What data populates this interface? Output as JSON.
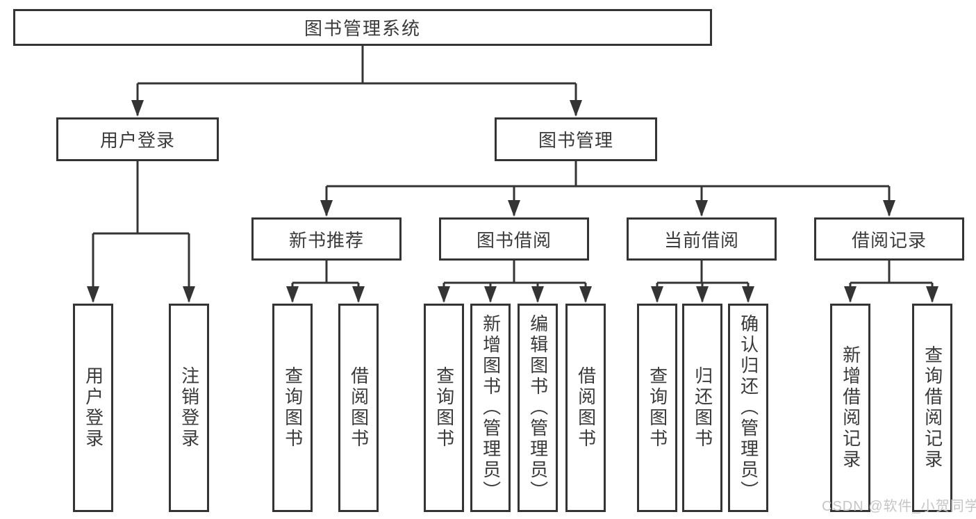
{
  "diagram": {
    "type": "hierarchy",
    "nodes": {
      "root": {
        "label": "图书管理系统"
      },
      "level2": [
        {
          "id": "user-login",
          "label": "用户登录",
          "parent": "图书管理系统"
        },
        {
          "id": "book-management",
          "label": "图书管理",
          "parent": "图书管理系统"
        }
      ],
      "level3": [
        {
          "id": "new-book-recommend",
          "label": "新书推荐",
          "parent": "图书管理"
        },
        {
          "id": "book-borrowing",
          "label": "图书借阅",
          "parent": "图书管理"
        },
        {
          "id": "current-borrowing",
          "label": "当前借阅",
          "parent": "图书管理"
        },
        {
          "id": "borrowing-records",
          "label": "借阅记录",
          "parent": "图书管理"
        }
      ],
      "leaves": [
        {
          "id": "leaf-user-login",
          "label": "用户登录",
          "parent": "用户登录"
        },
        {
          "id": "leaf-logout",
          "label": "注销登录",
          "parent": "用户登录"
        },
        {
          "id": "leaf-query-books-recommend",
          "label": "查询图书",
          "parent": "新书推荐"
        },
        {
          "id": "leaf-borrow-books-recommend",
          "label": "借阅图书",
          "parent": "新书推荐"
        },
        {
          "id": "leaf-query-books-borrowing",
          "label": "查询图书",
          "parent": "图书借阅"
        },
        {
          "id": "leaf-add-books-admin",
          "label": "新增图书（管理员）",
          "parent": "图书借阅"
        },
        {
          "id": "leaf-edit-books-admin",
          "label": "编辑图书（管理员）",
          "parent": "图书借阅"
        },
        {
          "id": "leaf-borrow-books",
          "label": "借阅图书",
          "parent": "图书借阅"
        },
        {
          "id": "leaf-query-books-current",
          "label": "查询图书",
          "parent": "当前借阅"
        },
        {
          "id": "leaf-return-books",
          "label": "归还图书",
          "parent": "当前借阅"
        },
        {
          "id": "leaf-confirm-return-admin",
          "label": "确认归还（管理员）",
          "parent": "当前借阅"
        },
        {
          "id": "leaf-add-borrow-record",
          "label": "新增借阅记录",
          "parent": "借阅记录"
        },
        {
          "id": "leaf-query-borrow-record",
          "label": "查询借阅记录",
          "parent": "借阅记录"
        }
      ]
    }
  },
  "watermark": {
    "text": "CSDN @软件_小贺同学",
    "color": "#c5c5c5"
  },
  "colors": {
    "line": "#343434",
    "text": "#3a3a3a",
    "box_background": "#ffffff",
    "page_background": "#ffffff"
  }
}
